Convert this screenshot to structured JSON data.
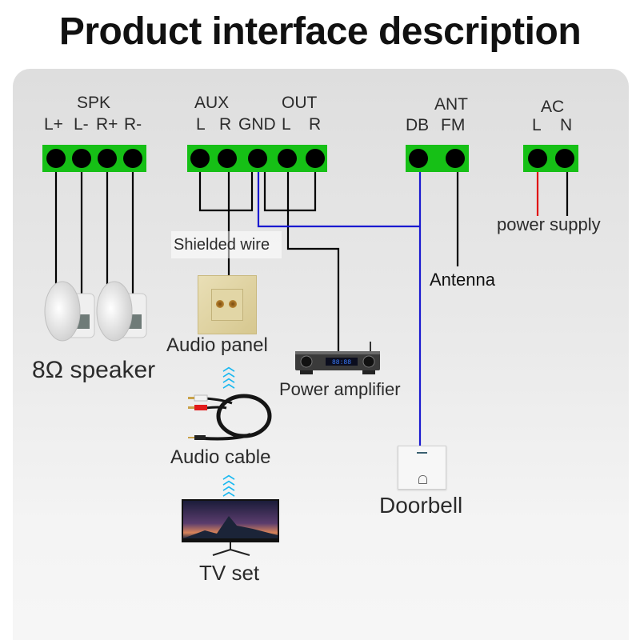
{
  "title": "Product interface description",
  "terminals": {
    "spk": {
      "group": "SPK",
      "pins": [
        "L+",
        "L-",
        "R+",
        "R-"
      ]
    },
    "aux": {
      "group": "AUX",
      "pins": [
        "L",
        "R"
      ]
    },
    "gnd": {
      "pin": "GND"
    },
    "out": {
      "group": "OUT",
      "pins": [
        "L",
        "R"
      ]
    },
    "ant": {
      "group": "ANT",
      "pins": [
        "DB",
        "FM"
      ]
    },
    "ac": {
      "group": "AC",
      "pins": [
        "L",
        "N"
      ]
    }
  },
  "labels": {
    "shielded_wire": "Shielded wire",
    "power_supply": "power supply",
    "antenna": "Antenna",
    "speaker": "8Ω speaker",
    "audio_panel": "Audio panel",
    "power_amplifier": "Power amplifier",
    "audio_cable": "Audio cable",
    "tv_set": "TV set",
    "doorbell": "Doorbell"
  },
  "amp_display": "88:88",
  "icons": {
    "speaker": "ceiling-speaker-icon",
    "audio_panel": "wall-audio-panel-icon",
    "amplifier": "power-amplifier-icon",
    "cable": "rca-audio-cable-icon",
    "tv": "tv-monitor-icon",
    "doorbell": "doorbell-button-icon",
    "arrows": "chevron-up-arrows-icon"
  },
  "colors": {
    "terminal_block": "#16c016",
    "wire_black": "#000000",
    "wire_blue": "#1a1ad0",
    "wire_red": "#e01010",
    "arrow_cyan": "#1ab8f0"
  }
}
